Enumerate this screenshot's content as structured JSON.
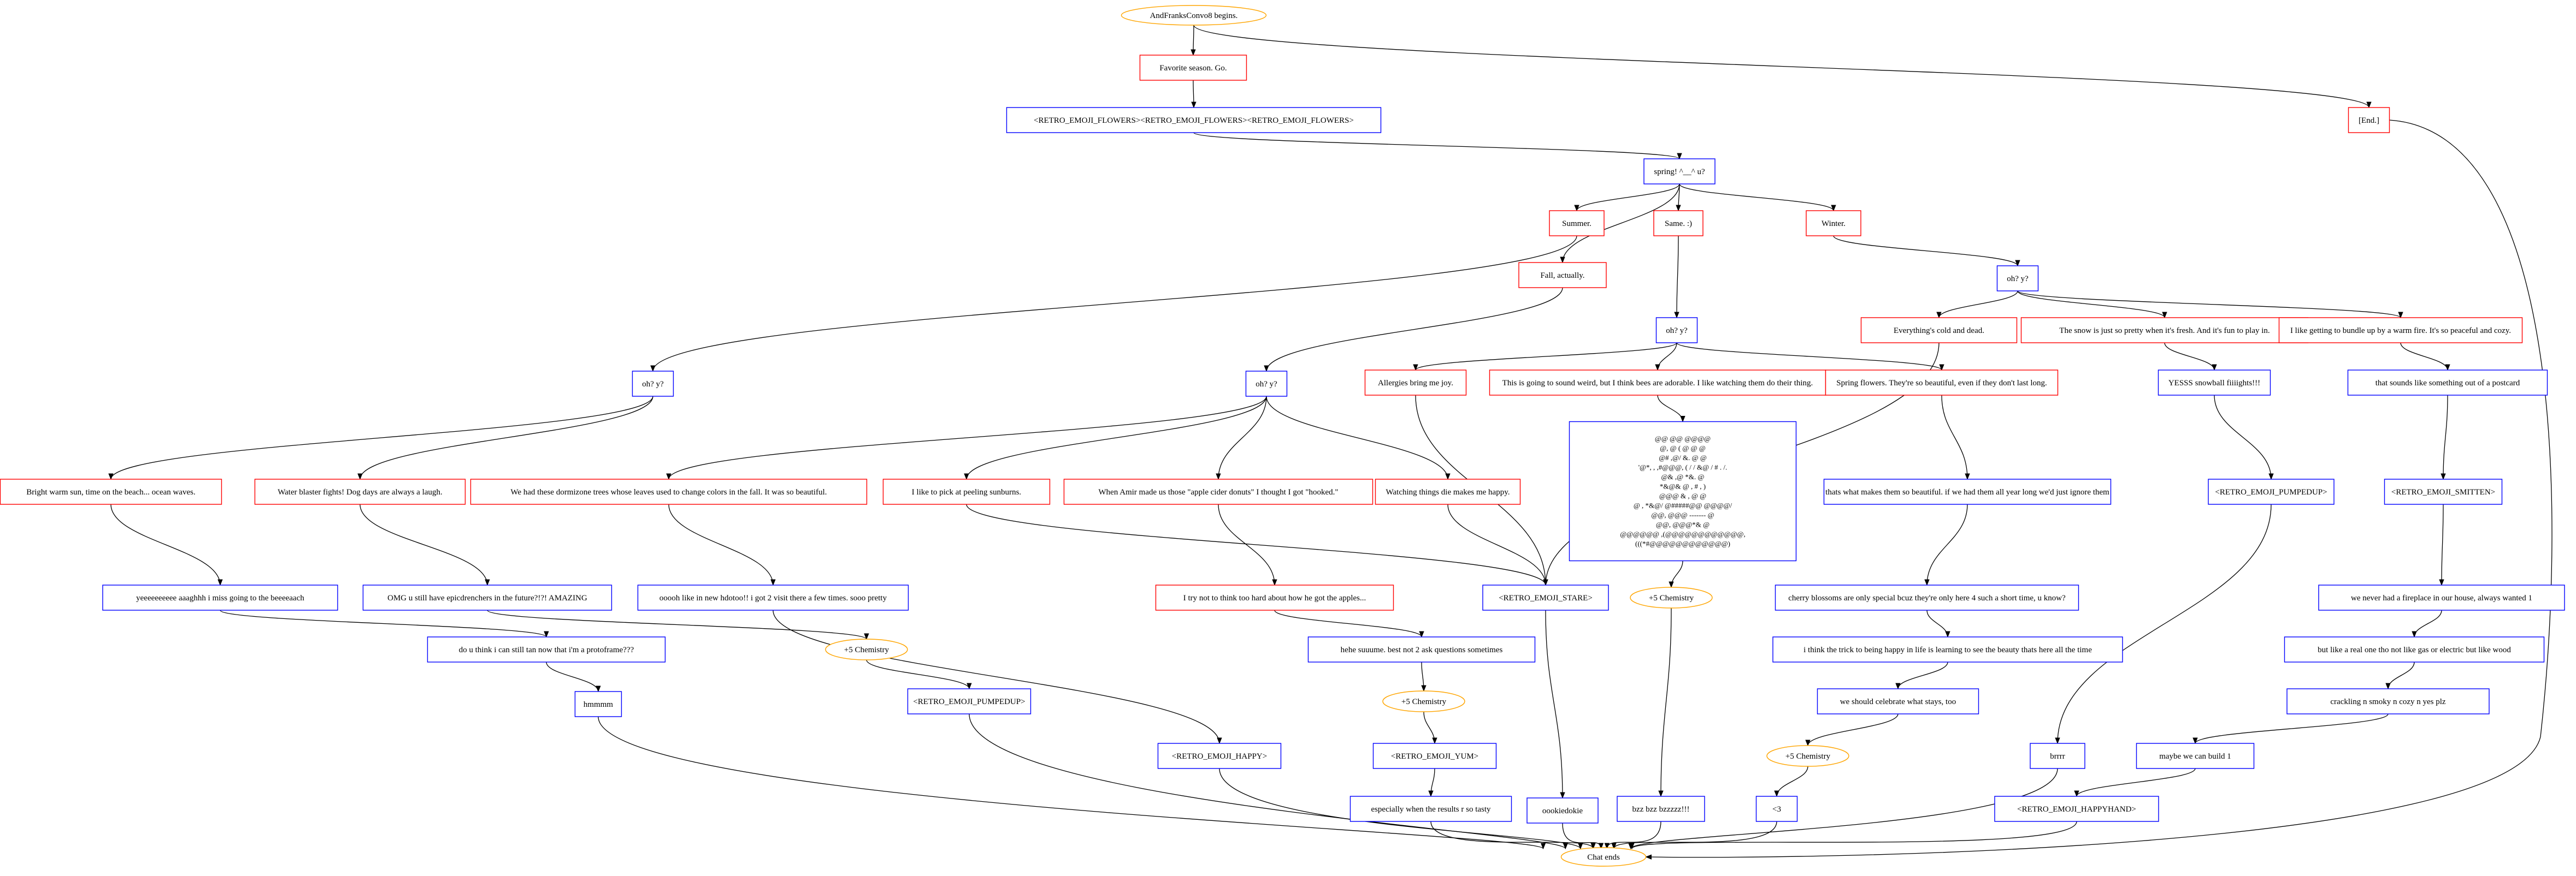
{
  "colors": {
    "player": "#ff0000",
    "npc": "#0000ff",
    "event": "#ffa500",
    "edge": "#000000"
  },
  "nodes": {
    "start": "AndFranksConvo8 begins.",
    "fav": "Favorite season. Go.",
    "flowers": "<RETRO_EMOJI_FLOWERS><RETRO_EMOJI_FLOWERS><RETRO_EMOJI_FLOWERS>",
    "end_choice": "[End.]",
    "spring": "spring! ^__^ u?",
    "summer": "Summer.",
    "fall": "Fall, actually.",
    "same": "Same. :)",
    "winter": "Winter.",
    "ohy_summer": "oh? y?",
    "ohy_fall": "oh? y?",
    "ohy_same": "oh? y?",
    "ohy_winter": "oh? y?",
    "warm_sun": "Bright warm sun, time on the beach... ocean waves.",
    "water": "Water blaster fights! Dog days are always a laugh.",
    "dormizone": "We had these dormizone trees whose leaves used to change colors in the fall. It was so beautiful.",
    "peeling": "I like to pick at peeling sunburns.",
    "apple_cider": "When Amir made us those \"apple cider donuts\" I thought I got \"hooked.\"",
    "watching_die": "Watching things die makes me happy.",
    "allergies": "Allergies bring me joy.",
    "bees": "This is going to sound weird, but I think bees are adorable. I like watching them do their thing.",
    "spring_flowers": "Spring flowers. They're so beautiful, even if they don't last long.",
    "cold_dead": "Everything's cold and dead.",
    "snow": "The snow is just so pretty when it's fresh. And it's fun to play in.",
    "bundle": "I like getting to bundle up by a warm fire. It's so peaceful and cozy.",
    "yeee": "yeeeeeeeeee aaaghhh i miss going to the beeeeaach",
    "omg": "OMG u still have epicdrenchers in the future?!?! AMAZING",
    "ooooh": "ooooh like in new hdotoo!! i got 2 visit there a few times. sooo pretty",
    "stare": "<RETRO_EMOJI_STARE>",
    "thats_what": "thats what makes them so beautiful. if we had them all year long we'd just ignore them",
    "yesss": "YESSS snowball fiiiights!!!",
    "postcard": "that sounds like something out of a postcard",
    "pumpedup_w": "<RETRO_EMOJI_PUMPEDUP>",
    "smitten": "<RETRO_EMOJI_SMITTEN>",
    "bee_ascii": [
      "@@             @@             @@@@",
      "@,        @ (           @        @       @",
      "@#        ,@/            &.      @      @",
      "'@*, ,   ,#@@@, ( / / &@ / # . /.",
      "@&          ,@                   *&.          @",
      "*&@&         @            ,          #    ,      )",
      "@@@          &            ,           @        @",
      "@  , *&@/             @#####@@   @@@@/",
      "@@,      @@@                       -------      @",
      "@@,      @@@*&                                 @",
      "@@@@@@         ,(@@@@@@@@@@@@,",
      "(((*#@@@@@@@@@@@@)"
    ],
    "dont_think": "I try not to think too hard about how he got the apples...",
    "hehe": "hehe suuume. best not 2 ask questions sometimes",
    "cherry": "cherry blossoms are only special bcuz they're only here 4 such a short time, u know?",
    "trick": "i think the trick to being happy in life is learning to see the beauty thats here all the time",
    "celebrate": "we should celebrate what stays, too",
    "fireplace": "we never had a fireplace in our house, always wanted 1",
    "real_one": "but like a real one tho not like gas or electric but like wood",
    "crackling": "crackling n smoky n cozy n yes plz",
    "maybe": "maybe we can build 1",
    "do_u_think": "do u think i can still tan now that i'm a protoframe???",
    "hmmm": "hmmmm",
    "chem1": "+5 Chemistry",
    "chem2": "+5 Chemistry",
    "chem3": "+5 Chemistry",
    "chem4": "+5 Chemistry",
    "pumpedup_c": "<RETRO_EMOJI_PUMPEDUP>",
    "happy": "<RETRO_EMOJI_HAPPY>",
    "yum": "<RETRO_EMOJI_YUM>",
    "especially": "especially when the results r so tasty",
    "ooookiedokie": "oookiedokie",
    "bzz": "bzz bzz bzzzzz!!!",
    "heart": "<3",
    "brrr": "brrrr",
    "happyhand": "<RETRO_EMOJI_HAPPYHAND>",
    "chat_ends": "Chat ends"
  }
}
